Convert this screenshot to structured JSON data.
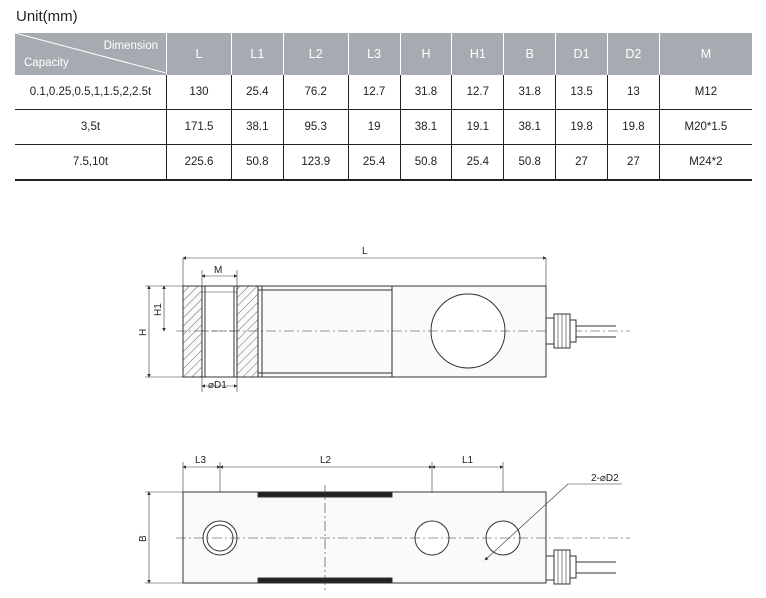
{
  "unit_label": "Unit(mm)",
  "table": {
    "header_dimension": "Dimension",
    "header_capacity": "Capacity",
    "columns": [
      "L",
      "L1",
      "L2",
      "L3",
      "H",
      "H1",
      "B",
      "D1",
      "D2",
      "M"
    ],
    "rows": [
      {
        "capacity": "0.1,0.25,0.5,1,1.5,2,2.5t",
        "values": [
          "130",
          "25.4",
          "76.2",
          "12.7",
          "31.8",
          "12.7",
          "31.8",
          "13.5",
          "13",
          "M12"
        ]
      },
      {
        "capacity": "3,5t",
        "values": [
          "171.5",
          "38.1",
          "95.3",
          "19",
          "38.1",
          "19.1",
          "38.1",
          "19.8",
          "19.8",
          "M20*1.5"
        ]
      },
      {
        "capacity": "7.5,10t",
        "values": [
          "225.6",
          "50.8",
          "123.9",
          "25.4",
          "50.8",
          "25.4",
          "50.8",
          "27",
          "27",
          "M24*2"
        ]
      }
    ]
  },
  "drawing": {
    "side_view": {
      "dim_L": "L",
      "dim_M": "M",
      "dim_H": "H",
      "dim_H1": "H1",
      "dim_D1": "⌀D1"
    },
    "top_view": {
      "dim_L3": "L3",
      "dim_L2": "L2",
      "dim_L1": "L1",
      "dim_B": "B",
      "dim_D2": "2-⌀D2"
    }
  }
}
